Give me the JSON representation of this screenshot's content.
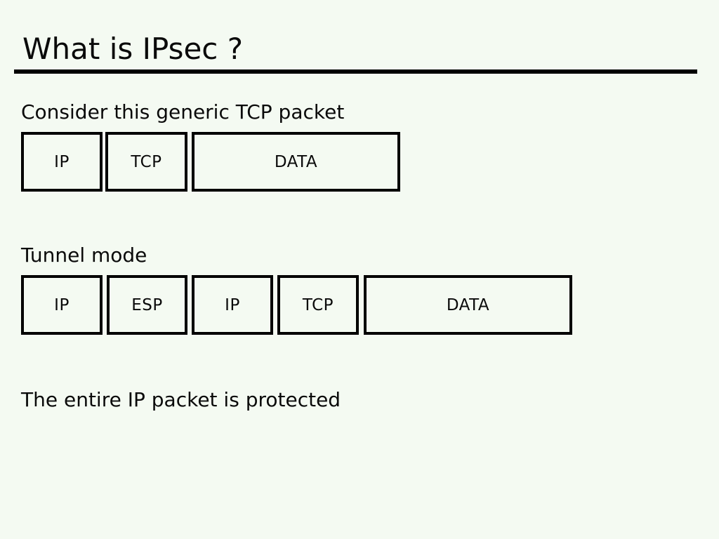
{
  "slide": {
    "title": "What is IPsec ?"
  },
  "generic_packet": {
    "heading": "Consider this generic TCP packet",
    "segments": [
      {
        "label": "IP"
      },
      {
        "label": "TCP"
      },
      {
        "label": "DATA"
      }
    ]
  },
  "tunnel_mode": {
    "heading": "Tunnel mode",
    "segments": [
      {
        "label": "IP"
      },
      {
        "label": "ESP"
      },
      {
        "label": "IP"
      },
      {
        "label": "TCP"
      },
      {
        "label": "DATA"
      }
    ]
  },
  "note": {
    "text": "The entire IP packet is protected"
  },
  "colors": {
    "background": "#f4faf2",
    "text": "#0a0a0a",
    "rule": "#000000",
    "box_border": "#000000"
  }
}
